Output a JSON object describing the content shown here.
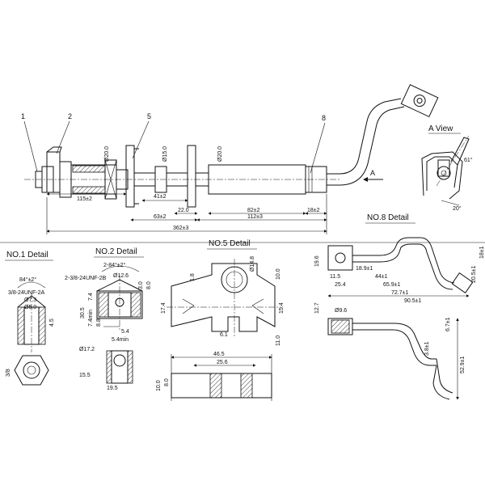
{
  "part_numbers": [
    "1",
    "2",
    "5",
    "8"
  ],
  "view_labels": {
    "a_view": "A View",
    "arrow_a": "A",
    "no1": "NO.1 Detail",
    "no2": "NO.2 Detail",
    "no5": "NO.5 Detail",
    "no8": "NO.8 Detail"
  },
  "main_dims": {
    "d1": "115±2",
    "d2": "41±2",
    "d3": "22.0",
    "d4": "63±2",
    "d5": "82±2",
    "d6": "18±2",
    "d7": "112±3",
    "d8": "362±3",
    "dia1": "Ø20.0",
    "dia2": "Ø15.0",
    "dia3": "Ø20.0"
  },
  "a_view_dims": {
    "angle": "61°",
    "angle2": "20°"
  },
  "no1_dims": {
    "angle": "84°±2°",
    "thread": "3/8-24UNF-2A",
    "dia1": "Ø7.3",
    "dia2": "Ø5.0",
    "len": "4.5",
    "hex": "3/8"
  },
  "no2_dims": {
    "angle": "2-84°±2°",
    "thread": "2-3/8-24UNF-2B",
    "dia1": "Ø12.6",
    "d1": "3.0",
    "d2": "8.0",
    "d3": "30.5",
    "d4": "7.4min",
    "d5": "8.8",
    "d6": "5.4",
    "d7": "5.4min",
    "d8": "Ø17.2",
    "d9": "15.5",
    "d10": "19.5",
    "d11": "7.4"
  },
  "no5_dims": {
    "d1": "1.8",
    "d2": "Ø14.8",
    "d3": "10.0",
    "d4": "17.4",
    "d5": "15.4",
    "d6": "6.1",
    "d7": "11.0",
    "d8": "46.5",
    "d9": "25.6",
    "d10": "10.0",
    "d11": "8.0"
  },
  "no8_dims": {
    "d1": "19.6",
    "d2": "18.9±1",
    "d3": "11.5",
    "d4": "44±1",
    "d5": "25.4",
    "d6": "65.9±1",
    "d7": "72.7±1",
    "d8": "90.5±1",
    "d9": "20.5±1",
    "d10": "18±1",
    "d11": "12.7",
    "d12": "Ø9.6",
    "d13": "6.7±1",
    "d14": "3.8±1",
    "d15": "52.9±1"
  }
}
